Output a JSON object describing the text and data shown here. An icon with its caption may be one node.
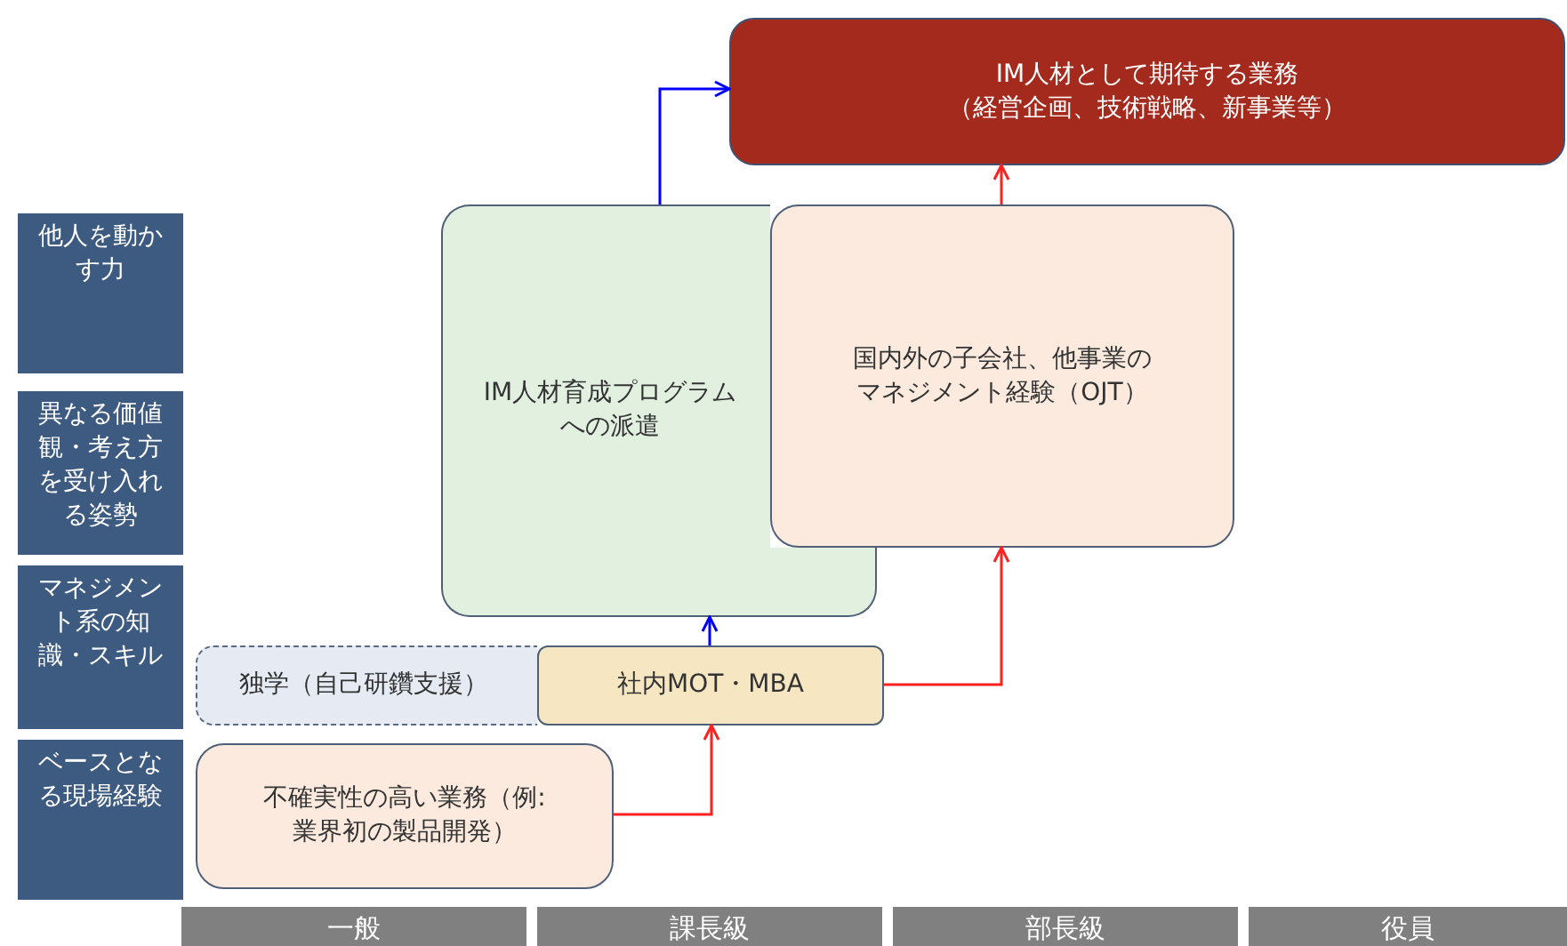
{
  "diagram": {
    "nodes": [
      {
        "text": [
          "IM人材として期待する業務（経営企画、技術戦略、新事業等）"
        ]
      },
      {
        "text": [
          "IM人材育成プログラムへの派遣"
        ]
      },
      {
        "text": [
          "国内外の子会社、他事業のマネジメント経験（OJT）"
        ]
      },
      {
        "text": [
          "独学（自己研鑽支援）"
        ]
      },
      {
        "text": [
          "社内MOT・MBA"
        ]
      },
      {
        "text": [
          "不確実性の高い業務（例:業界初の製品開発）"
        ]
      },
      {
        "text": [
          "他人を動かす力"
        ]
      },
      {
        "text": [
          "異なる価値観・考え方を受け入れる姿勢"
        ]
      },
      {
        "text": [
          "マネジメント系の知識・スキル"
        ]
      },
      {
        "text": [
          "ベースとなる現場経験"
        ]
      },
      {
        "text": [
          "一般"
        ]
      },
      {
        "text": [
          "課長級"
        ]
      },
      {
        "text": [
          "部長級"
        ]
      },
      {
        "text": [
          "役員"
        ]
      }
    ],
    "edges": [
      {
        "from": 1,
        "to": 0,
        "arrow": "to",
        "color": "#0000ff"
      },
      {
        "from": 2,
        "to": 0,
        "arrow": "to"
      },
      {
        "from": 4,
        "to": 1,
        "arrow": "to",
        "color": "#0000ff"
      },
      {
        "from": 4,
        "to": 2,
        "arrow": "to"
      },
      {
        "from": 5,
        "to": 4,
        "arrow": "to"
      }
    ]
  }
}
